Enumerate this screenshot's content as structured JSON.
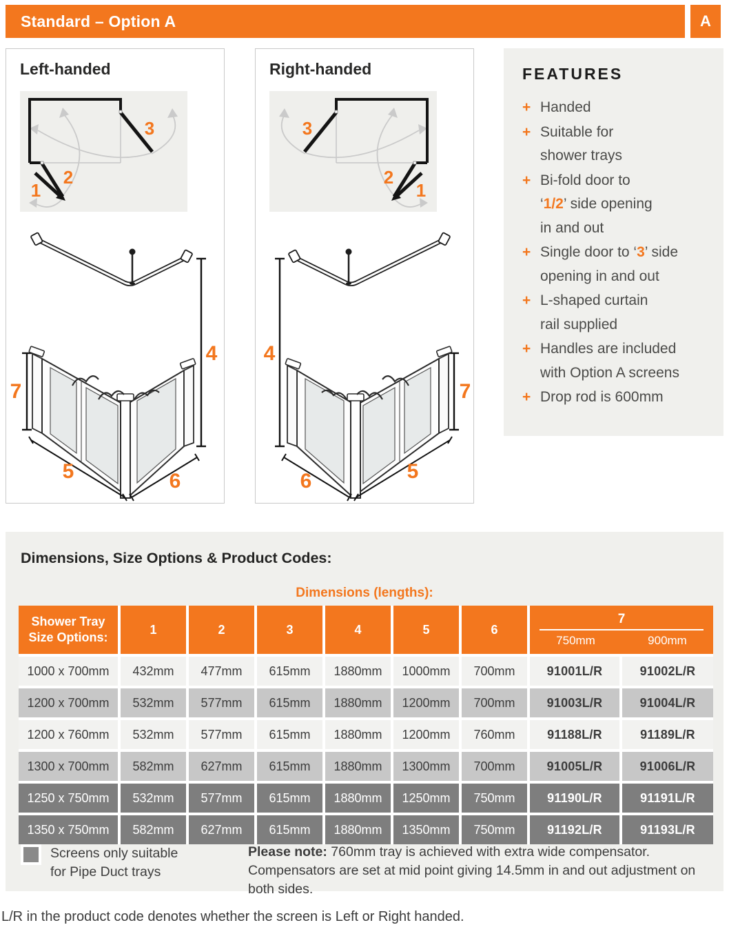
{
  "colors": {
    "accent": "#F3771E",
    "panel_bg": "#F0F0ED",
    "row_light": "#F2F2F0",
    "row_mid": "#C7C7C7",
    "row_dark": "#7E7E7E",
    "swatch_gray": "#8A8A8A"
  },
  "header": {
    "title": "Standard – Option A",
    "badge": "A"
  },
  "panels": {
    "left": {
      "title": "Left-handed"
    },
    "right": {
      "title": "Right-handed"
    }
  },
  "diagram": {
    "labels": [
      "1",
      "2",
      "3",
      "4",
      "5",
      "6",
      "7"
    ]
  },
  "features": {
    "heading": "FEATURES",
    "bullet": "+",
    "items": [
      [
        {
          "t": "Handed"
        }
      ],
      [
        {
          "t": "Suitable for\nshower trays"
        }
      ],
      [
        {
          "t": "Bi-fold door to\n‘"
        },
        {
          "t": "1/2",
          "hl": true
        },
        {
          "t": "’ side opening\nin and out"
        }
      ],
      [
        {
          "t": "Single door to ‘"
        },
        {
          "t": "3",
          "hl": true
        },
        {
          "t": "’ side\nopening in and out"
        }
      ],
      [
        {
          "t": "L-shaped curtain\nrail supplied"
        }
      ],
      [
        {
          "t": "Handles are included\nwith Option A screens"
        }
      ],
      [
        {
          "t": "Drop rod is 600mm"
        }
      ]
    ]
  },
  "dimensions": {
    "title": "Dimensions, Size Options & Product Codes:",
    "subtitle": "Dimensions (lengths):",
    "table": {
      "col0_header": "Shower Tray Size Options:",
      "dim_headers": [
        "1",
        "2",
        "3",
        "4",
        "5",
        "6"
      ],
      "col7_header": "7",
      "col7_sub": [
        "750mm",
        "900mm"
      ],
      "rows": [
        {
          "tray": "1000 x 700mm",
          "values": [
            "432mm",
            "477mm",
            "615mm",
            "1880mm",
            "1000mm",
            "700mm"
          ],
          "codes": [
            "91001L/R",
            "91002L/R"
          ],
          "shade": "light"
        },
        {
          "tray": "1200 x 700mm",
          "values": [
            "532mm",
            "577mm",
            "615mm",
            "1880mm",
            "1200mm",
            "700mm"
          ],
          "codes": [
            "91003L/R",
            "91004L/R"
          ],
          "shade": "mid"
        },
        {
          "tray": "1200 x 760mm",
          "values": [
            "532mm",
            "577mm",
            "615mm",
            "1880mm",
            "1200mm",
            "760mm"
          ],
          "codes": [
            "91188L/R",
            "91189L/R"
          ],
          "shade": "light"
        },
        {
          "tray": "1300 x 700mm",
          "values": [
            "582mm",
            "627mm",
            "615mm",
            "1880mm",
            "1300mm",
            "700mm"
          ],
          "codes": [
            "91005L/R",
            "91006L/R"
          ],
          "shade": "mid"
        },
        {
          "tray": "1250 x 750mm",
          "values": [
            "532mm",
            "577mm",
            "615mm",
            "1880mm",
            "1250mm",
            "750mm"
          ],
          "codes": [
            "91190L/R",
            "91191L/R"
          ],
          "shade": "dark"
        },
        {
          "tray": "1350 x 750mm",
          "values": [
            "582mm",
            "627mm",
            "615mm",
            "1880mm",
            "1350mm",
            "750mm"
          ],
          "codes": [
            "91192L/R",
            "91193L/R"
          ],
          "shade": "dark"
        }
      ]
    },
    "legend": {
      "label": "Screens only suitable for Pipe Duct trays"
    },
    "note": {
      "bold": "Please note:",
      "text": " 760mm tray is achieved with extra wide compensator. Compensators are set at mid point giving 14.5mm in and out adjustment on both sides."
    }
  },
  "footer": {
    "text": "L/R in the product code denotes whether the screen is Left or Right handed."
  }
}
